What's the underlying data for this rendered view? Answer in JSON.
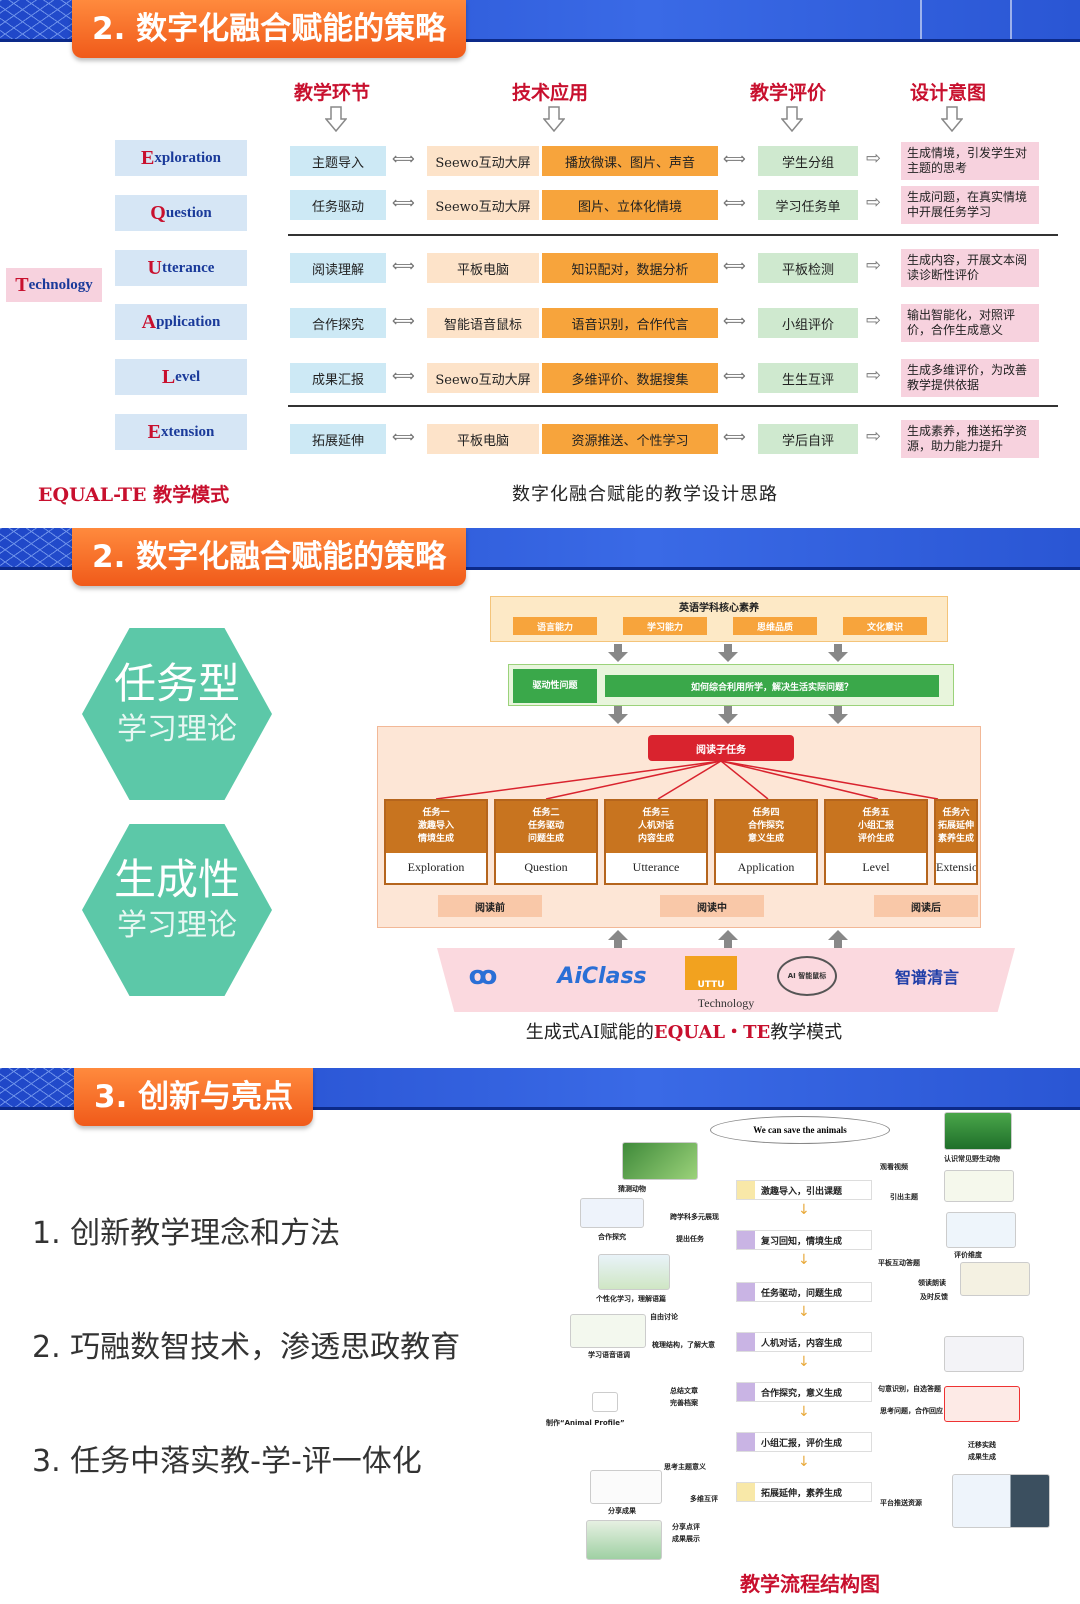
{
  "slide1": {
    "title": "2. 数字化融合赋能的策略",
    "headers": [
      "教学环节",
      "技术应用",
      "教学评价",
      "设计意图"
    ],
    "letters": [
      {
        "cap": "E",
        "rest": "xploration"
      },
      {
        "cap": "Q",
        "rest": "uestion"
      },
      {
        "cap": "U",
        "rest": "tterance"
      },
      {
        "cap": "A",
        "rest": "pplication"
      },
      {
        "cap": "L",
        "rest": "evel"
      },
      {
        "cap": "E",
        "rest": "xtension"
      }
    ],
    "technology": {
      "cap": "T",
      "rest": "echnology"
    },
    "rows": [
      {
        "step": "主题导入",
        "tool": "Seewo互动大屏",
        "action": "播放微课、图片、声音",
        "eval": "学生分组",
        "intent": "生成情境，引发学生对主题的思考"
      },
      {
        "step": "任务驱动",
        "tool": "Seewo互动大屏",
        "action": "图片、立体化情境",
        "eval": "学习任务单",
        "intent": "生成问题，在真实情境中开展任务学习"
      },
      {
        "step": "阅读理解",
        "tool": "平板电脑",
        "action": "知识配对，数据分析",
        "eval": "平板检测",
        "intent": "生成内容，开展文本阅读诊断性评价"
      },
      {
        "step": "合作探究",
        "tool": "智能语音鼠标",
        "action": "语音识别，合作代言",
        "eval": "小组评价",
        "intent": "输出智能化，对照评价，合作生成意义"
      },
      {
        "step": "成果汇报",
        "tool": "Seewo互动大屏",
        "action": "多维评价、数据搜集",
        "eval": "生生互评",
        "intent": "生成多维评价，为改善教学提供依据"
      },
      {
        "step": "拓展延伸",
        "tool": "平板电脑",
        "action": "资源推送、个性学习",
        "eval": "学后自评",
        "intent": "生成素养，推送拓学资源，助力能力提升"
      }
    ],
    "caption_left": "EQUAL-TE 教学模式",
    "caption_right": "数字化融合赋能的教学设计思路"
  },
  "slide2": {
    "title": "2. 数字化融合赋能的策略",
    "hex1": {
      "big": "任务型",
      "small": "学习理论"
    },
    "hex2": {
      "big": "生成性",
      "small": "学习理论"
    },
    "core_title": "英语学科核心素养",
    "core_items": [
      "语言能力",
      "学习能力",
      "思维品质",
      "文化意识"
    ],
    "drive_key": "驱动性问题",
    "drive_question": "如何综合利用所学，解决生活实际问题？",
    "reading_task": "阅读子任务",
    "tasks": [
      {
        "t1": "任务一",
        "t2": "激趣导入",
        "t3": "情境生成",
        "en": "Exploration"
      },
      {
        "t1": "任务二",
        "t2": "任务驱动",
        "t3": "问题生成",
        "en": "Question"
      },
      {
        "t1": "任务三",
        "t2": "人机对话",
        "t3": "内容生成",
        "en": "Utterance"
      },
      {
        "t1": "任务四",
        "t2": "合作探究",
        "t3": "意义生成",
        "en": "Application"
      },
      {
        "t1": "任务五",
        "t2": "小组汇报",
        "t3": "评价生成",
        "en": "Level"
      },
      {
        "t1": "任务六",
        "t2": "拓展延伸",
        "t3": "素养生成",
        "en": "Extension"
      }
    ],
    "phases": [
      "阅读前",
      "阅读中",
      "阅读后"
    ],
    "logos": [
      "AiClass",
      "UTTU",
      "AI 智能鼠标",
      "智谱清言"
    ],
    "technology": "Technology",
    "caption_prefix": "生成式AI赋能的",
    "caption_highlight": "EQUAL・TE",
    "caption_suffix": "教学模式"
  },
  "slide3": {
    "title": "3. 创新与亮点",
    "points": [
      "1. 创新教学理念和方法",
      "2. 巧融数智技术，渗透思政教育",
      "3. 任务中落实教-学-评一体化"
    ],
    "flow_top": "We can save the animals",
    "flow_steps": [
      "激趣导入，引出课题",
      "复习回知，情境生成",
      "任务驱动，问题生成",
      "人机对话，内容生成",
      "合作探究，意义生成",
      "小组汇报，评价生成",
      "拓展延伸，素养生成"
    ],
    "side_labels_left": [
      "猜测动物",
      "跨学科多元展现",
      "合作探究",
      "提出任务",
      "个性化学习，理解语篇",
      "自由讨论",
      "学习语音语调",
      "梳理结构，了解大意",
      "总结文章",
      "完善档案",
      "制作“Animal Profile”",
      "思考主题意义",
      "多维互评",
      "分享成果",
      "分享点评",
      "成果展示"
    ],
    "side_labels_right": [
      "观看视频",
      "认识常见野生动物",
      "引出主题",
      "平板互动答题",
      "评价维度",
      "领读朗读",
      "及时反馈",
      "句意识别，自选答题",
      "思考问题，合作回应",
      "迁移实践",
      "成果生成",
      "平台推送资源"
    ],
    "flow_caption": "教学流程结构图"
  }
}
